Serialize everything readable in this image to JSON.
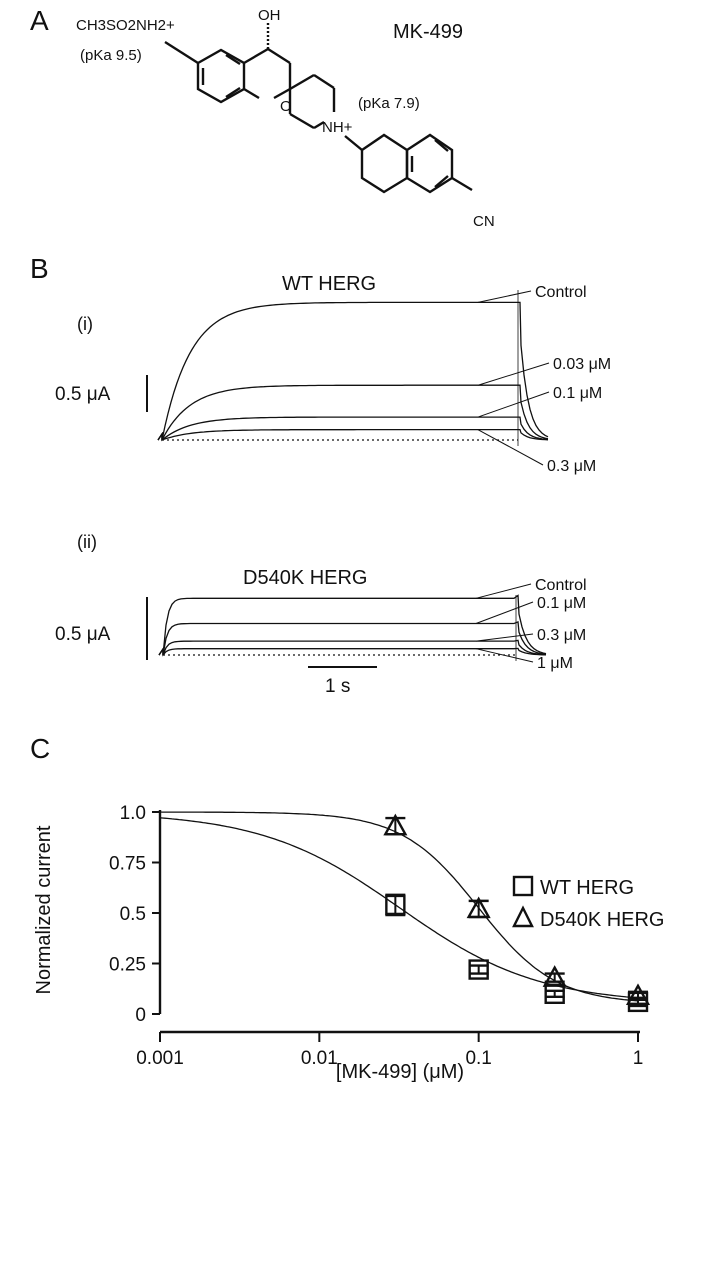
{
  "panels": {
    "a": {
      "label": "A",
      "compound": "MK-499",
      "group1": "CH3SO2NH2+",
      "pka1": "(pKa 9.5)",
      "pka2": "(pKa 7.9)",
      "oh": "OH",
      "o": "O",
      "nh": "NH+",
      "cn": "CN"
    },
    "b": {
      "label": "B",
      "scale_current": "0.5 μA",
      "scale_time": "1 s",
      "sub": [
        {
          "label": "(i)",
          "title": "WT HERG",
          "traces": [
            {
              "name": "Control",
              "level_uA": 1.86
            },
            {
              "name": "0.03 μM",
              "level_uA": 0.74
            },
            {
              "name": "0.1 μM",
              "level_uA": 0.31
            },
            {
              "name": "0.3 μM",
              "level_uA": 0.14
            }
          ]
        },
        {
          "label": "(ii)",
          "title": "D540K HERG",
          "traces": [
            {
              "name": "Control",
              "level_uA": 0.45
            },
            {
              "name": "0.1 μM",
              "level_uA": 0.25
            },
            {
              "name": "0.3 μM",
              "level_uA": 0.11
            },
            {
              "name": "1 μM",
              "level_uA": 0.05
            }
          ]
        }
      ]
    }
  },
  "chart_data": {
    "type": "scatter",
    "panel_label": "C",
    "xlabel": "[MK-499] (μM)",
    "ylabel": "Normalized current",
    "xscale": "log",
    "xlim": [
      0.001,
      1
    ],
    "ylim": [
      0,
      1
    ],
    "xticks": [
      "0.001",
      "0.01",
      "0.1",
      "1"
    ],
    "yticks": [
      "0",
      "0.25",
      "0.5",
      "0.75",
      "1.0"
    ],
    "legend_position": "right",
    "series": [
      {
        "name": "WT HERG",
        "marker": "square",
        "x": [
          0.03,
          0.1,
          0.3,
          1
        ],
        "y": [
          0.54,
          0.22,
          0.1,
          0.06
        ],
        "err": [
          0.05,
          0.02,
          0.015,
          0.02
        ],
        "fit": {
          "ic50": 0.032,
          "hill": 1.0,
          "min": 0.05
        }
      },
      {
        "name": "D540K HERG",
        "marker": "triangle",
        "x": [
          0.03,
          0.1,
          0.3,
          1
        ],
        "y": [
          0.93,
          0.52,
          0.18,
          0.09
        ],
        "err": [
          0.04,
          0.04,
          0.02,
          0.02
        ],
        "fit": {
          "ic50": 0.1,
          "hill": 1.8,
          "min": 0.05
        }
      }
    ]
  }
}
